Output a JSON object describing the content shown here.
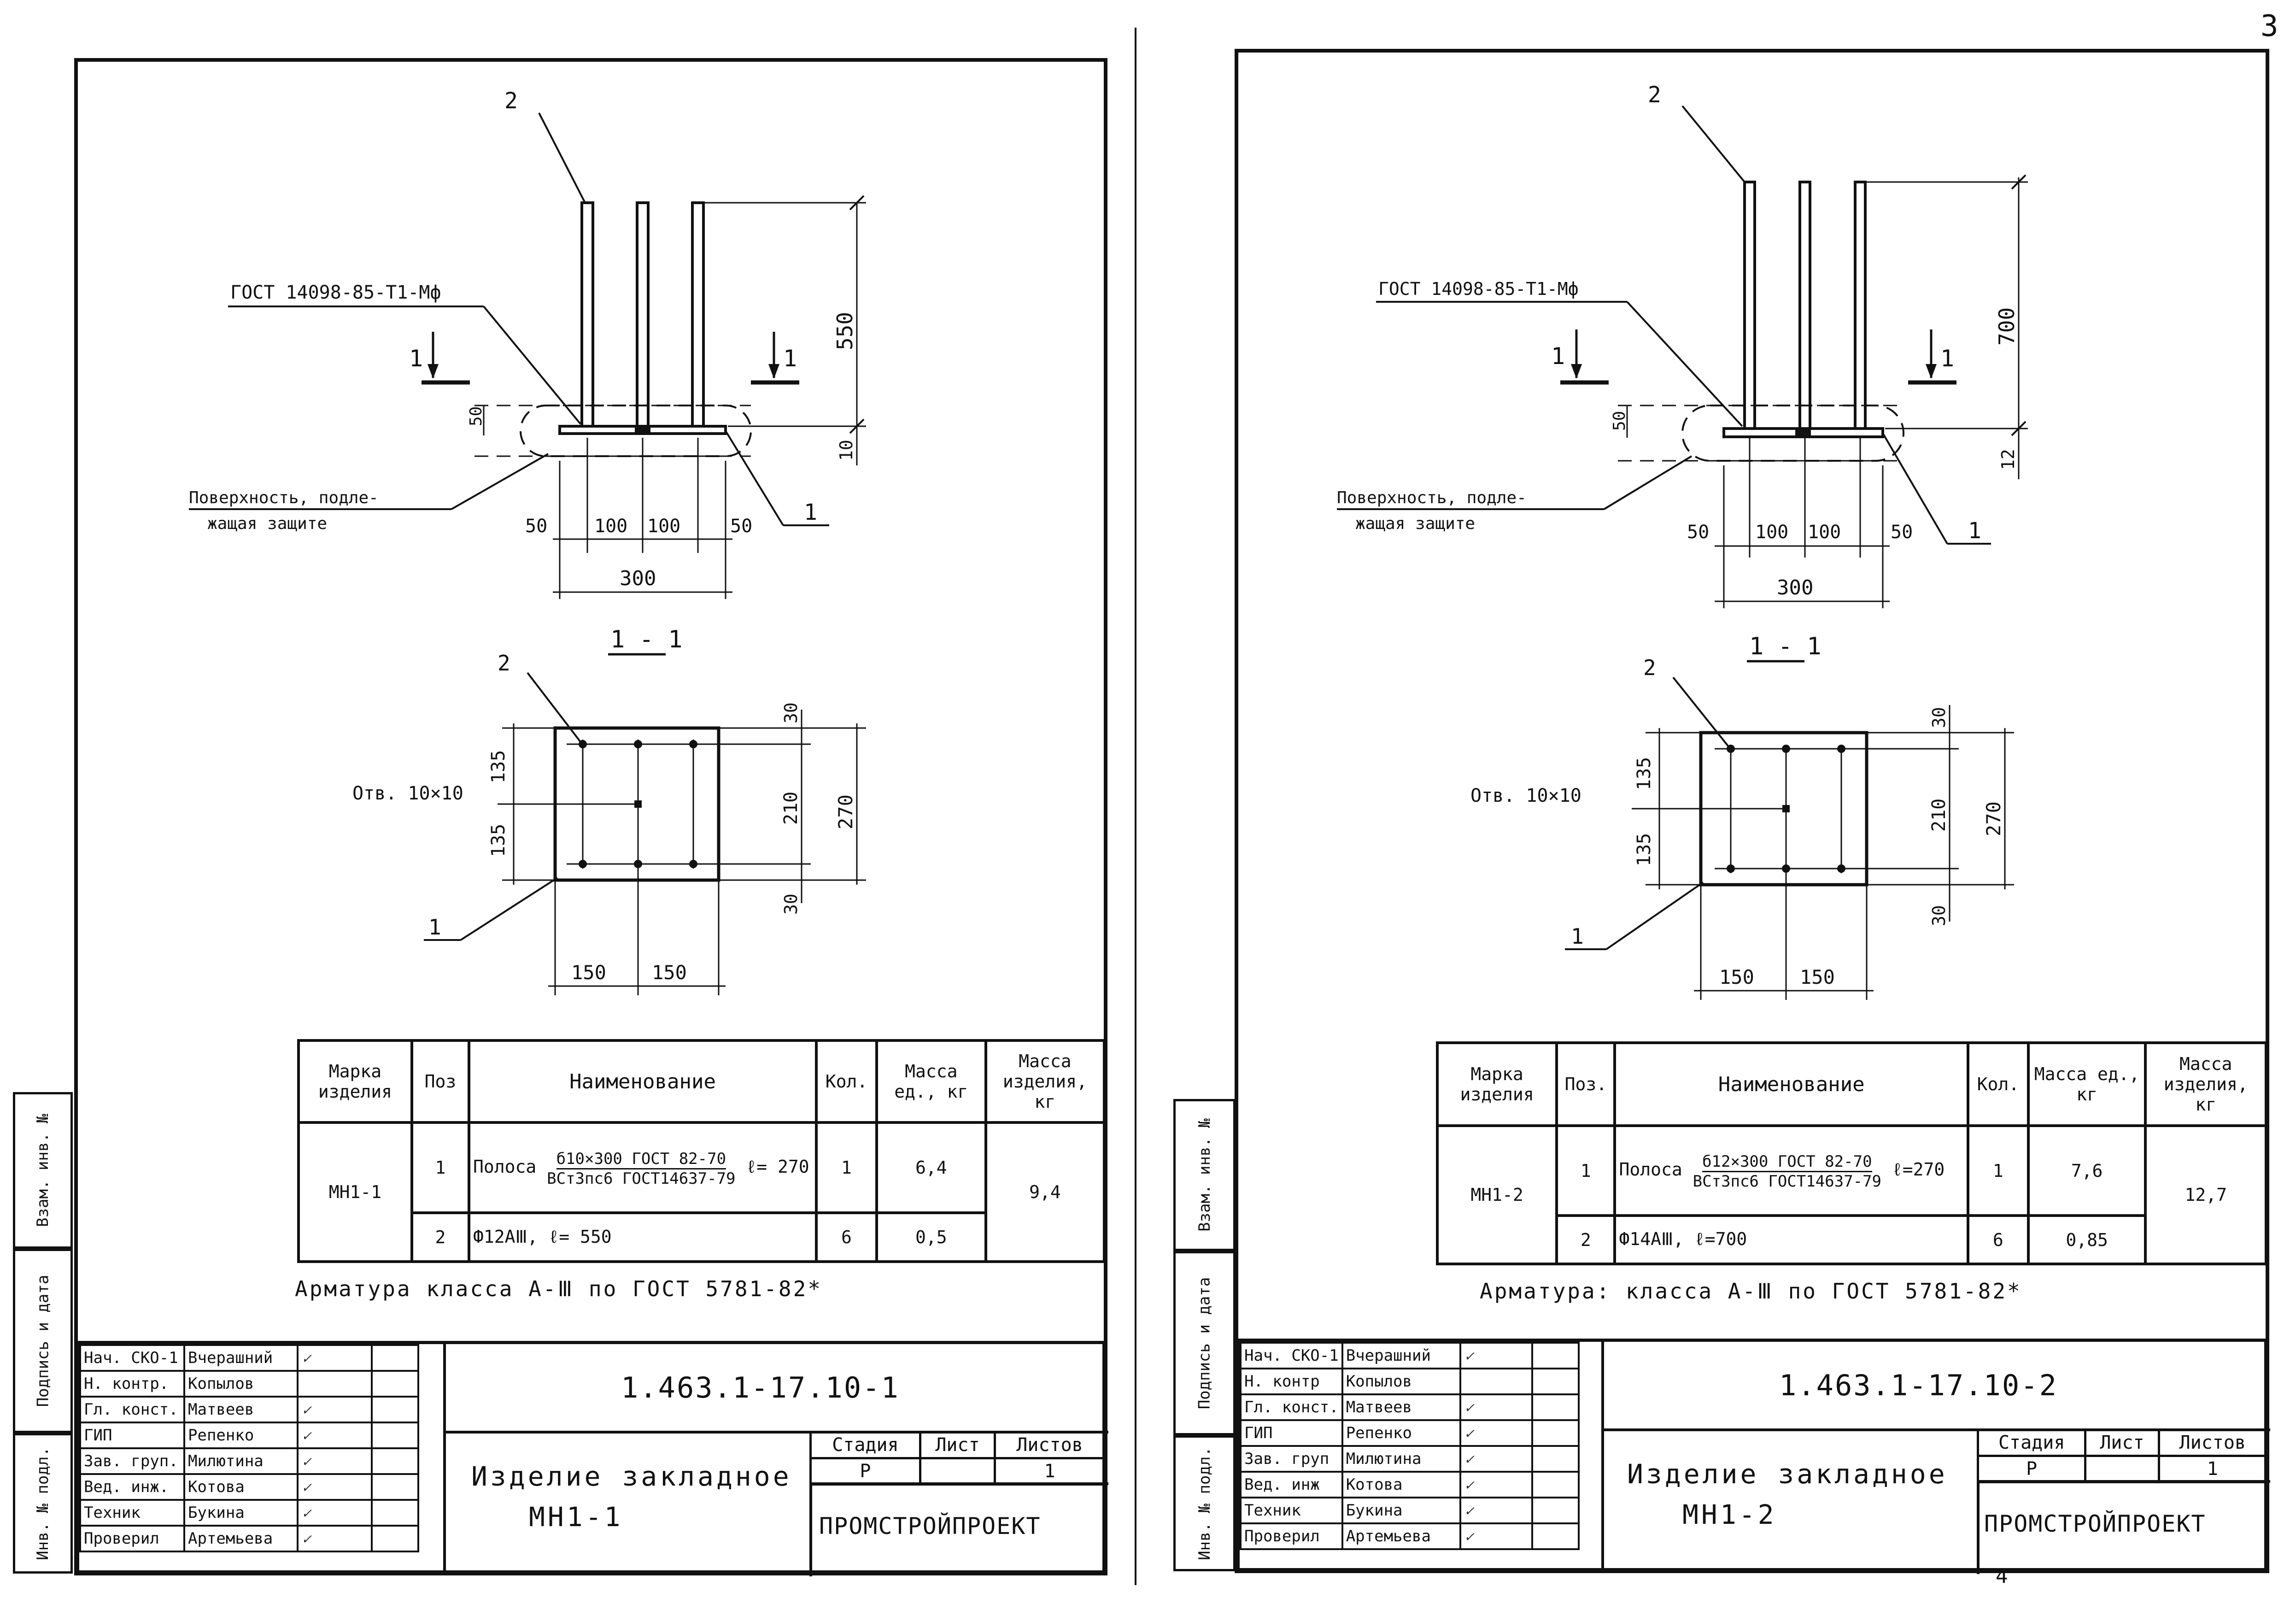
{
  "page_numbers": {
    "top_right": "3",
    "bottom": "4"
  },
  "spine": {
    "inv_orig": "Инв. № подл.",
    "sign_date": "Подпись и дата",
    "replace_inv": "Взам. инв. №"
  },
  "drawings": [
    {
      "id": "left",
      "callout_top": "2",
      "gost_label": "ГОСТ 14098-85-Т1-Мф",
      "section_mark": "1",
      "dim_height": "550",
      "dim_weld": "50",
      "dim_plate": "10",
      "surface_label_1": "Поверхность, подле-",
      "surface_label_2": "жащая защите",
      "callout_plate": "1",
      "dims_bottom": [
        "50",
        "100",
        "100",
        "50"
      ],
      "dim_width": "300",
      "section_title": "1 - 1",
      "plan_callout_top": "2",
      "plan_hole": "Отв. 10×10",
      "plan_dims_left": [
        "135",
        "135"
      ],
      "plan_dims_right_small": [
        "30",
        "30"
      ],
      "plan_dim_inner": "210",
      "plan_dim_outer": "270",
      "plan_dims_bottom": [
        "150",
        "150"
      ],
      "plan_callout_bottom": "1",
      "table": {
        "headers": {
          "mark": "Марка изделия",
          "pos": "Поз",
          "name": "Наименование",
          "qty": "Кол.",
          "mass_unit": "Масса ед., кг",
          "mass_total": "Масса изделия, кг"
        },
        "mark": "МН1-1",
        "total_mass": "9,4",
        "rows": [
          {
            "pos": "1",
            "prefix": "Полоса",
            "top": "б10×300 ГОСТ 82-70",
            "bottom": "ВСт3пс6 ГОСТ14637-79",
            "suffix": "ℓ= 270",
            "qty": "1",
            "mass": "6,4"
          },
          {
            "pos": "2",
            "prefix": "",
            "top": "Ф12АⅢ, ℓ= 550",
            "bottom": "",
            "suffix": "",
            "qty": "6",
            "mass": "0,5"
          }
        ]
      },
      "note": "Арматура класса А-Ⅲ по ГОСТ 5781-82*",
      "title_block": {
        "staff": [
          {
            "role": "Нач. СКО-1",
            "name": "Вчерашний"
          },
          {
            "role": "Н. контр.",
            "name": "Копылов"
          },
          {
            "role": "Гл. конст.",
            "name": "Матвеев"
          },
          {
            "role": "ГИП",
            "name": "Репенко"
          },
          {
            "role": "Зав. груп.",
            "name": "Милютина"
          },
          {
            "role": "Вед. инж.",
            "name": "Котова"
          },
          {
            "role": "Техник",
            "name": "Букина"
          },
          {
            "role": "Проверил",
            "name": "Артемьева"
          }
        ],
        "code": "1.463.1-17.10-1",
        "name_1": "Изделие закладное",
        "name_2": "МН1-1",
        "stage_head": [
          "Стадия",
          "Лист",
          "Листов"
        ],
        "stage_vals": [
          "Р",
          "",
          "1"
        ],
        "org": "ПРОМСТРОЙПРОЕКТ"
      }
    },
    {
      "id": "right",
      "callout_top": "2",
      "gost_label": "ГОСТ 14098-85-Т1-Мф",
      "section_mark": "1",
      "dim_height": "700",
      "dim_weld": "50",
      "dim_plate": "12",
      "surface_label_1": "Поверхность, подле-",
      "surface_label_2": "жащая защите",
      "callout_plate": "1",
      "dims_bottom": [
        "50",
        "100",
        "100",
        "50"
      ],
      "dim_width": "300",
      "section_title": "1 - 1",
      "plan_callout_top": "2",
      "plan_hole": "Отв. 10×10",
      "plan_dims_left": [
        "135",
        "135"
      ],
      "plan_dims_right_small": [
        "30",
        "30"
      ],
      "plan_dim_inner": "210",
      "plan_dim_outer": "270",
      "plan_dims_bottom": [
        "150",
        "150"
      ],
      "plan_callout_bottom": "1",
      "table": {
        "headers": {
          "mark": "Марка изделия",
          "pos": "Поз.",
          "name": "Наименование",
          "qty": "Кол.",
          "mass_unit": "Масса ед., кг",
          "mass_total": "Масса изделия, кг"
        },
        "mark": "МН1-2",
        "total_mass": "12,7",
        "rows": [
          {
            "pos": "1",
            "prefix": "Полоса",
            "top": "б12×300 ГОСТ 82-70",
            "bottom": "ВСт3пс6 ГОСТ14637-79",
            "suffix": "ℓ=270",
            "qty": "1",
            "mass": "7,6"
          },
          {
            "pos": "2",
            "prefix": "",
            "top": "Ф14АⅢ, ℓ=700",
            "bottom": "",
            "suffix": "",
            "qty": "6",
            "mass": "0,85"
          }
        ]
      },
      "note": "Арматура: класса А-Ⅲ по ГОСТ 5781-82*",
      "title_block": {
        "staff": [
          {
            "role": "Нач. СКО-1",
            "name": "Вчерашний"
          },
          {
            "role": "Н. контр",
            "name": "Копылов"
          },
          {
            "role": "Гл. конст.",
            "name": "Матвеев"
          },
          {
            "role": "ГИП",
            "name": "Репенко"
          },
          {
            "role": "Зав. груп",
            "name": "Милютина"
          },
          {
            "role": "Вед. инж",
            "name": "Котова"
          },
          {
            "role": "Техник",
            "name": "Букина"
          },
          {
            "role": "Проверил",
            "name": "Артемьева"
          }
        ],
        "code": "1.463.1-17.10-2",
        "name_1": "Изделие закладное",
        "name_2": "МН1-2",
        "stage_head": [
          "Стадия",
          "Лист",
          "Листов"
        ],
        "stage_vals": [
          "Р",
          "",
          "1"
        ],
        "org": "ПРОМСТРОЙПРОЕКТ"
      }
    }
  ]
}
